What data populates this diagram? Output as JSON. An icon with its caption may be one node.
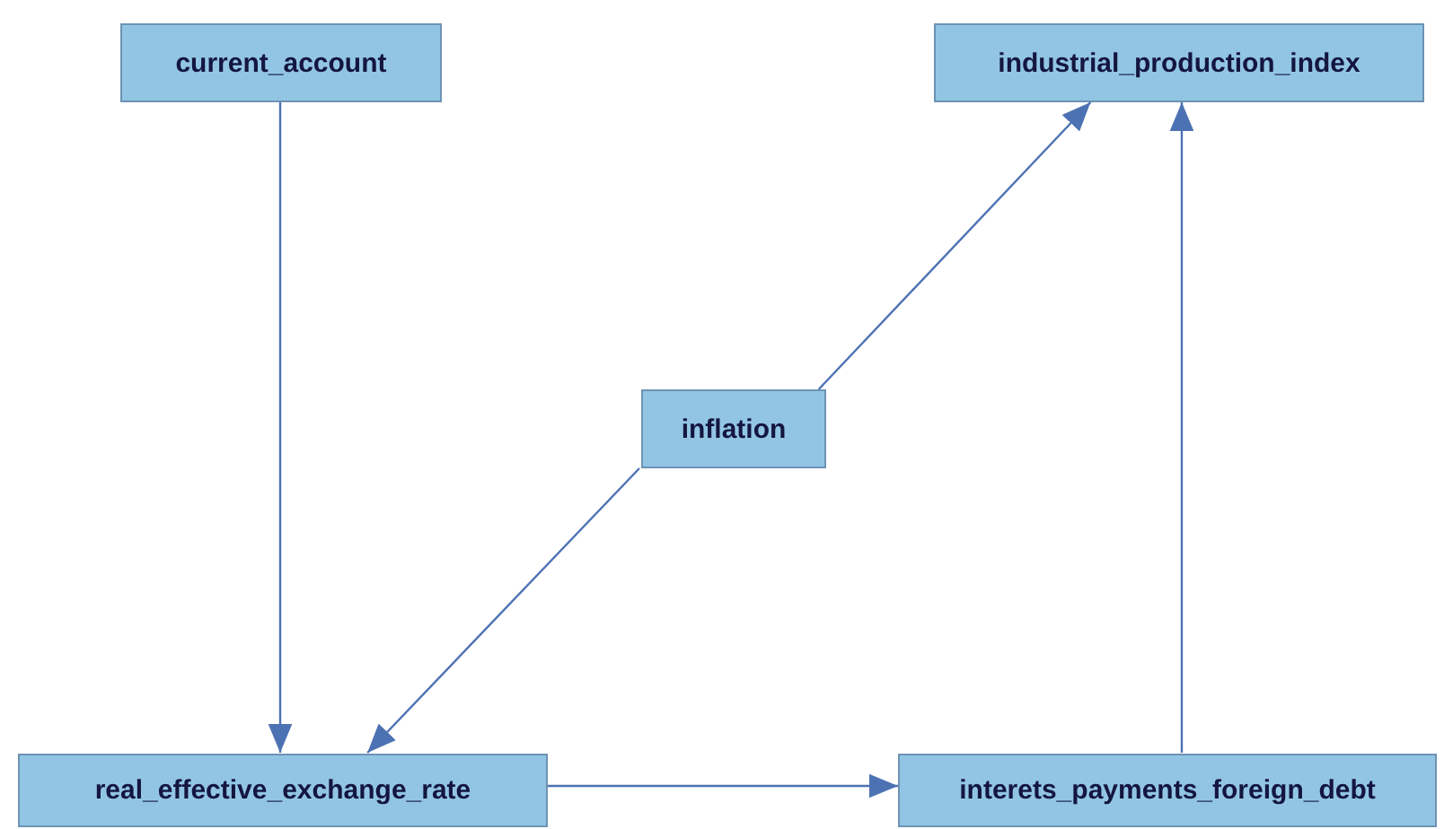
{
  "diagram": {
    "nodes": [
      {
        "text": [
          "current_account"
        ]
      },
      {
        "text": [
          "industrial_production_index"
        ]
      },
      {
        "text": [
          "inflation"
        ]
      },
      {
        "text": [
          "real_effective_exchange_rate"
        ]
      },
      {
        "text": [
          "interets_payments_foreign_debt"
        ]
      }
    ],
    "edges": [
      {
        "from": 0,
        "to": 3,
        "arrow": "to"
      },
      {
        "from": 2,
        "to": 1,
        "arrow": "to"
      },
      {
        "from": 2,
        "to": 3,
        "arrow": "to"
      },
      {
        "from": 3,
        "to": 4,
        "arrow": "to"
      },
      {
        "from": 4,
        "to": 1,
        "arrow": "to"
      }
    ]
  }
}
